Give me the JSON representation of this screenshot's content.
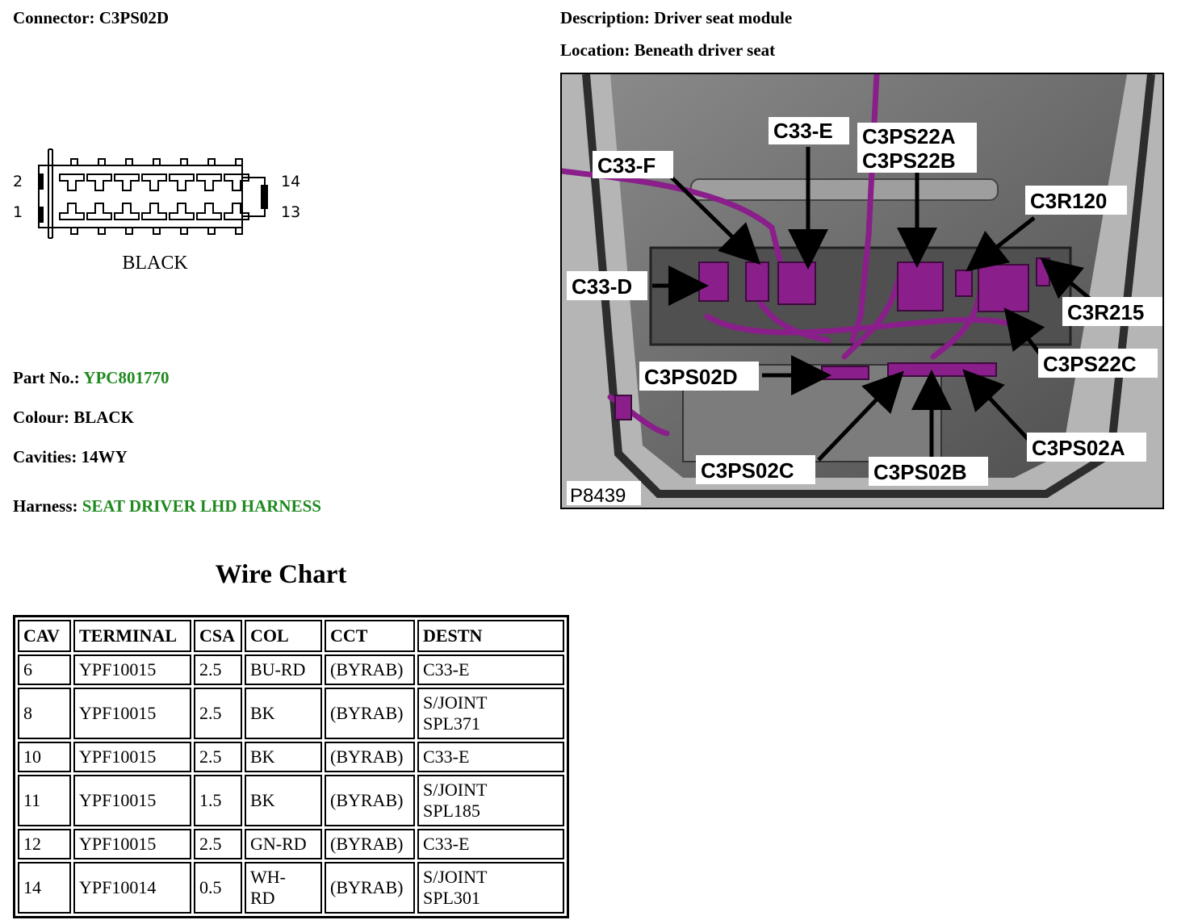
{
  "connector": {
    "label": "Connector:",
    "value": "C3PS02D"
  },
  "description": {
    "label": "Description:",
    "value": "Driver seat module"
  },
  "location": {
    "label": "Location:",
    "value": "Beneath driver seat"
  },
  "diagram": {
    "pin_labels": {
      "top_left": "2",
      "bottom_left": "1",
      "top_right": "14",
      "bottom_right": "13"
    },
    "colour_caption": "BLACK"
  },
  "photo": {
    "ref": "P8439",
    "callouts": [
      "C33-E",
      "C3PS22A",
      "C3PS22B",
      "C33-F",
      "C3R120",
      "C33-D",
      "C3R215",
      "C3PS22C",
      "C3PS02D",
      "C3PS02A",
      "C3PS02C",
      "C3PS02B"
    ],
    "colors": {
      "wire": "#8a1e8a",
      "background": "#6d6d6d"
    }
  },
  "part_no": {
    "label": "Part No.:",
    "value": "YPC801770"
  },
  "colour": {
    "label": "Colour:",
    "value": "BLACK"
  },
  "cavities": {
    "label": "Cavities:",
    "value": "14WY"
  },
  "harness": {
    "label": "Harness:",
    "value": "SEAT DRIVER LHD HARNESS"
  },
  "wire_chart": {
    "title": "Wire Chart",
    "headers": [
      "CAV",
      "TERMINAL",
      "CSA",
      "COL",
      "CCT",
      "DESTN"
    ],
    "rows": [
      {
        "cav": "6",
        "terminal": "YPF10015",
        "csa": "2.5",
        "col": [
          "BU-RD"
        ],
        "cct": "(BYRAB)",
        "destn": [
          "C33-E"
        ]
      },
      {
        "cav": "8",
        "terminal": "YPF10015",
        "csa": "2.5",
        "col": [
          "BK"
        ],
        "cct": "(BYRAB)",
        "destn": [
          "S/JOINT",
          "SPL371"
        ]
      },
      {
        "cav": "10",
        "terminal": "YPF10015",
        "csa": "2.5",
        "col": [
          "BK"
        ],
        "cct": "(BYRAB)",
        "destn": [
          "C33-E"
        ]
      },
      {
        "cav": "11",
        "terminal": "YPF10015",
        "csa": "1.5",
        "col": [
          "BK"
        ],
        "cct": "(BYRAB)",
        "destn": [
          "S/JOINT",
          "SPL185"
        ]
      },
      {
        "cav": "12",
        "terminal": "YPF10015",
        "csa": "2.5",
        "col": [
          "GN-RD"
        ],
        "cct": "(BYRAB)",
        "destn": [
          "C33-E"
        ]
      },
      {
        "cav": "14",
        "terminal": "YPF10014",
        "csa": "0.5",
        "col": [
          "WH-",
          "RD"
        ],
        "cct": "(BYRAB)",
        "destn": [
          "S/JOINT",
          "SPL301"
        ]
      }
    ]
  },
  "accent_color": "#1f8a1f"
}
